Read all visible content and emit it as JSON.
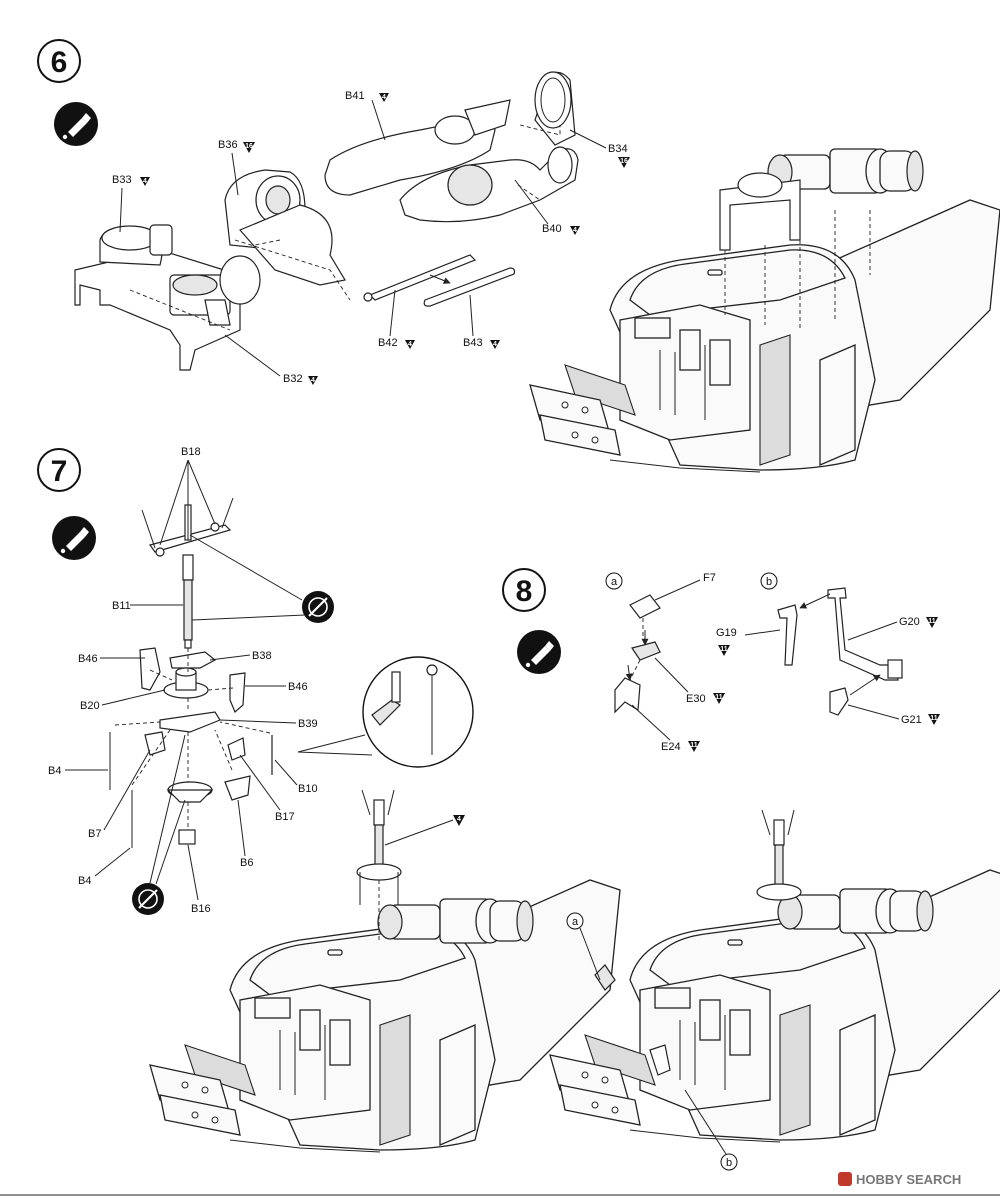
{
  "steps": [
    {
      "number": "6"
    },
    {
      "number": "7"
    },
    {
      "number": "8"
    }
  ],
  "step6": {
    "parts": {
      "b41": {
        "label": "B41",
        "tag": "4"
      },
      "b36": {
        "label": "B36",
        "tag": "16"
      },
      "b34": {
        "label": "B34",
        "tag": "16"
      },
      "b33": {
        "label": "B33",
        "tag": "4"
      },
      "b40": {
        "label": "B40",
        "tag": "4"
      },
      "b42": {
        "label": "B42",
        "tag": "4"
      },
      "b43": {
        "label": "B43",
        "tag": "4"
      },
      "b32": {
        "label": "B32",
        "tag": "4"
      }
    }
  },
  "step7": {
    "parts": {
      "b18": {
        "label": "B18"
      },
      "b11": {
        "label": "B11"
      },
      "b46a": {
        "label": "B46"
      },
      "b38": {
        "label": "B38"
      },
      "b46b": {
        "label": "B46"
      },
      "b20": {
        "label": "B20"
      },
      "b39": {
        "label": "B39"
      },
      "b4a": {
        "label": "B4"
      },
      "b10": {
        "label": "B10"
      },
      "b7": {
        "label": "B7"
      },
      "b17": {
        "label": "B17"
      },
      "b6": {
        "label": "B6"
      },
      "b4b": {
        "label": "B4"
      },
      "b16": {
        "label": "B16"
      }
    },
    "assembly_tag": "4"
  },
  "step8": {
    "markers": {
      "a": "a",
      "b": "b"
    },
    "parts": {
      "f7": {
        "label": "F7"
      },
      "g19": {
        "label": "G19",
        "tag": "11"
      },
      "g20": {
        "label": "G20",
        "tag": "11"
      },
      "e30": {
        "label": "E30",
        "tag": "11"
      },
      "e24": {
        "label": "E24",
        "tag": "11"
      },
      "g21": {
        "label": "G21",
        "tag": "11"
      }
    }
  },
  "icons": {
    "glue": "glue-tube-icon",
    "no_glue": "no-glue-icon",
    "tag": "paint-color-triangle-icon"
  },
  "colors": {
    "ink": "#111111",
    "tag_fill": "#111111",
    "wm_red": "#c0392b"
  },
  "watermark": {
    "text": "HOBBY SEARCH"
  }
}
